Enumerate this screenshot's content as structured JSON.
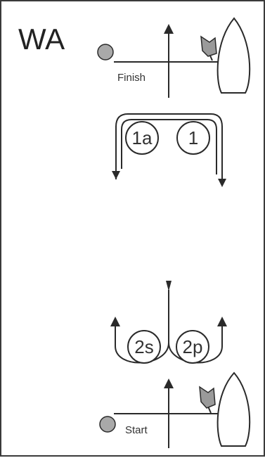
{
  "diagram": {
    "title": "WA",
    "finish_label": "Finish",
    "start_label": "Start",
    "marks": [
      "1a",
      "1",
      "2s",
      "2p"
    ]
  },
  "colors": {
    "line": "#2a2a2a",
    "buoy": "#a9a9a9",
    "flag": "#9a9a9a",
    "border": "#3a3a3a"
  },
  "icons": {
    "finish_buoy": "circle-buoy-icon",
    "finish_boat": "committee-boat-icon",
    "start_buoy": "circle-buoy-icon",
    "start_boat": "committee-boat-icon"
  }
}
